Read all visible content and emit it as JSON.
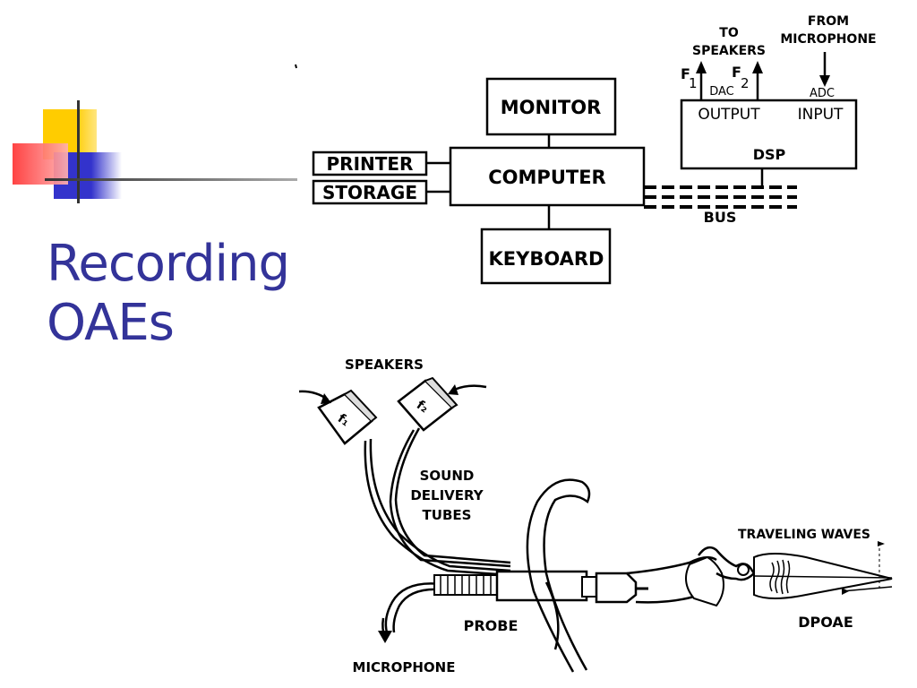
{
  "slide": {
    "title_line1": "Recording",
    "title_line2": "OAEs"
  },
  "block_diagram": {
    "monitor": "MONITOR",
    "computer": "COMPUTER",
    "keyboard": "KEYBOARD",
    "printer": "PRINTER",
    "storage": "STORAGE",
    "bus": "BUS",
    "dsp": "DSP",
    "output": "OUTPUT",
    "input": "INPUT",
    "dac": "DAC",
    "adc": "ADC",
    "to_speakers_line1": "TO",
    "to_speakers_line2": "SPEAKERS",
    "from_mic_line1": "FROM",
    "from_mic_line2": "MICROPHONE",
    "f1_letter": "F",
    "f1_sub": "1",
    "f2_letter": "F",
    "f2_sub": "2"
  },
  "probe_diagram": {
    "speakers": "SPEAKERS",
    "f1": "f₁",
    "f2": "f₂",
    "tubes_line1": "SOUND",
    "tubes_line2": "DELIVERY",
    "tubes_line3": "TUBES",
    "probe": "PROBE",
    "microphone": "MICROPHONE",
    "traveling_waves": "TRAVELING WAVES",
    "dpoae": "DPOAE"
  },
  "colors": {
    "title": "#333399",
    "deco_yellow": "#FFCC00",
    "deco_blue": "#3333CC",
    "deco_red": "#FF3333"
  }
}
